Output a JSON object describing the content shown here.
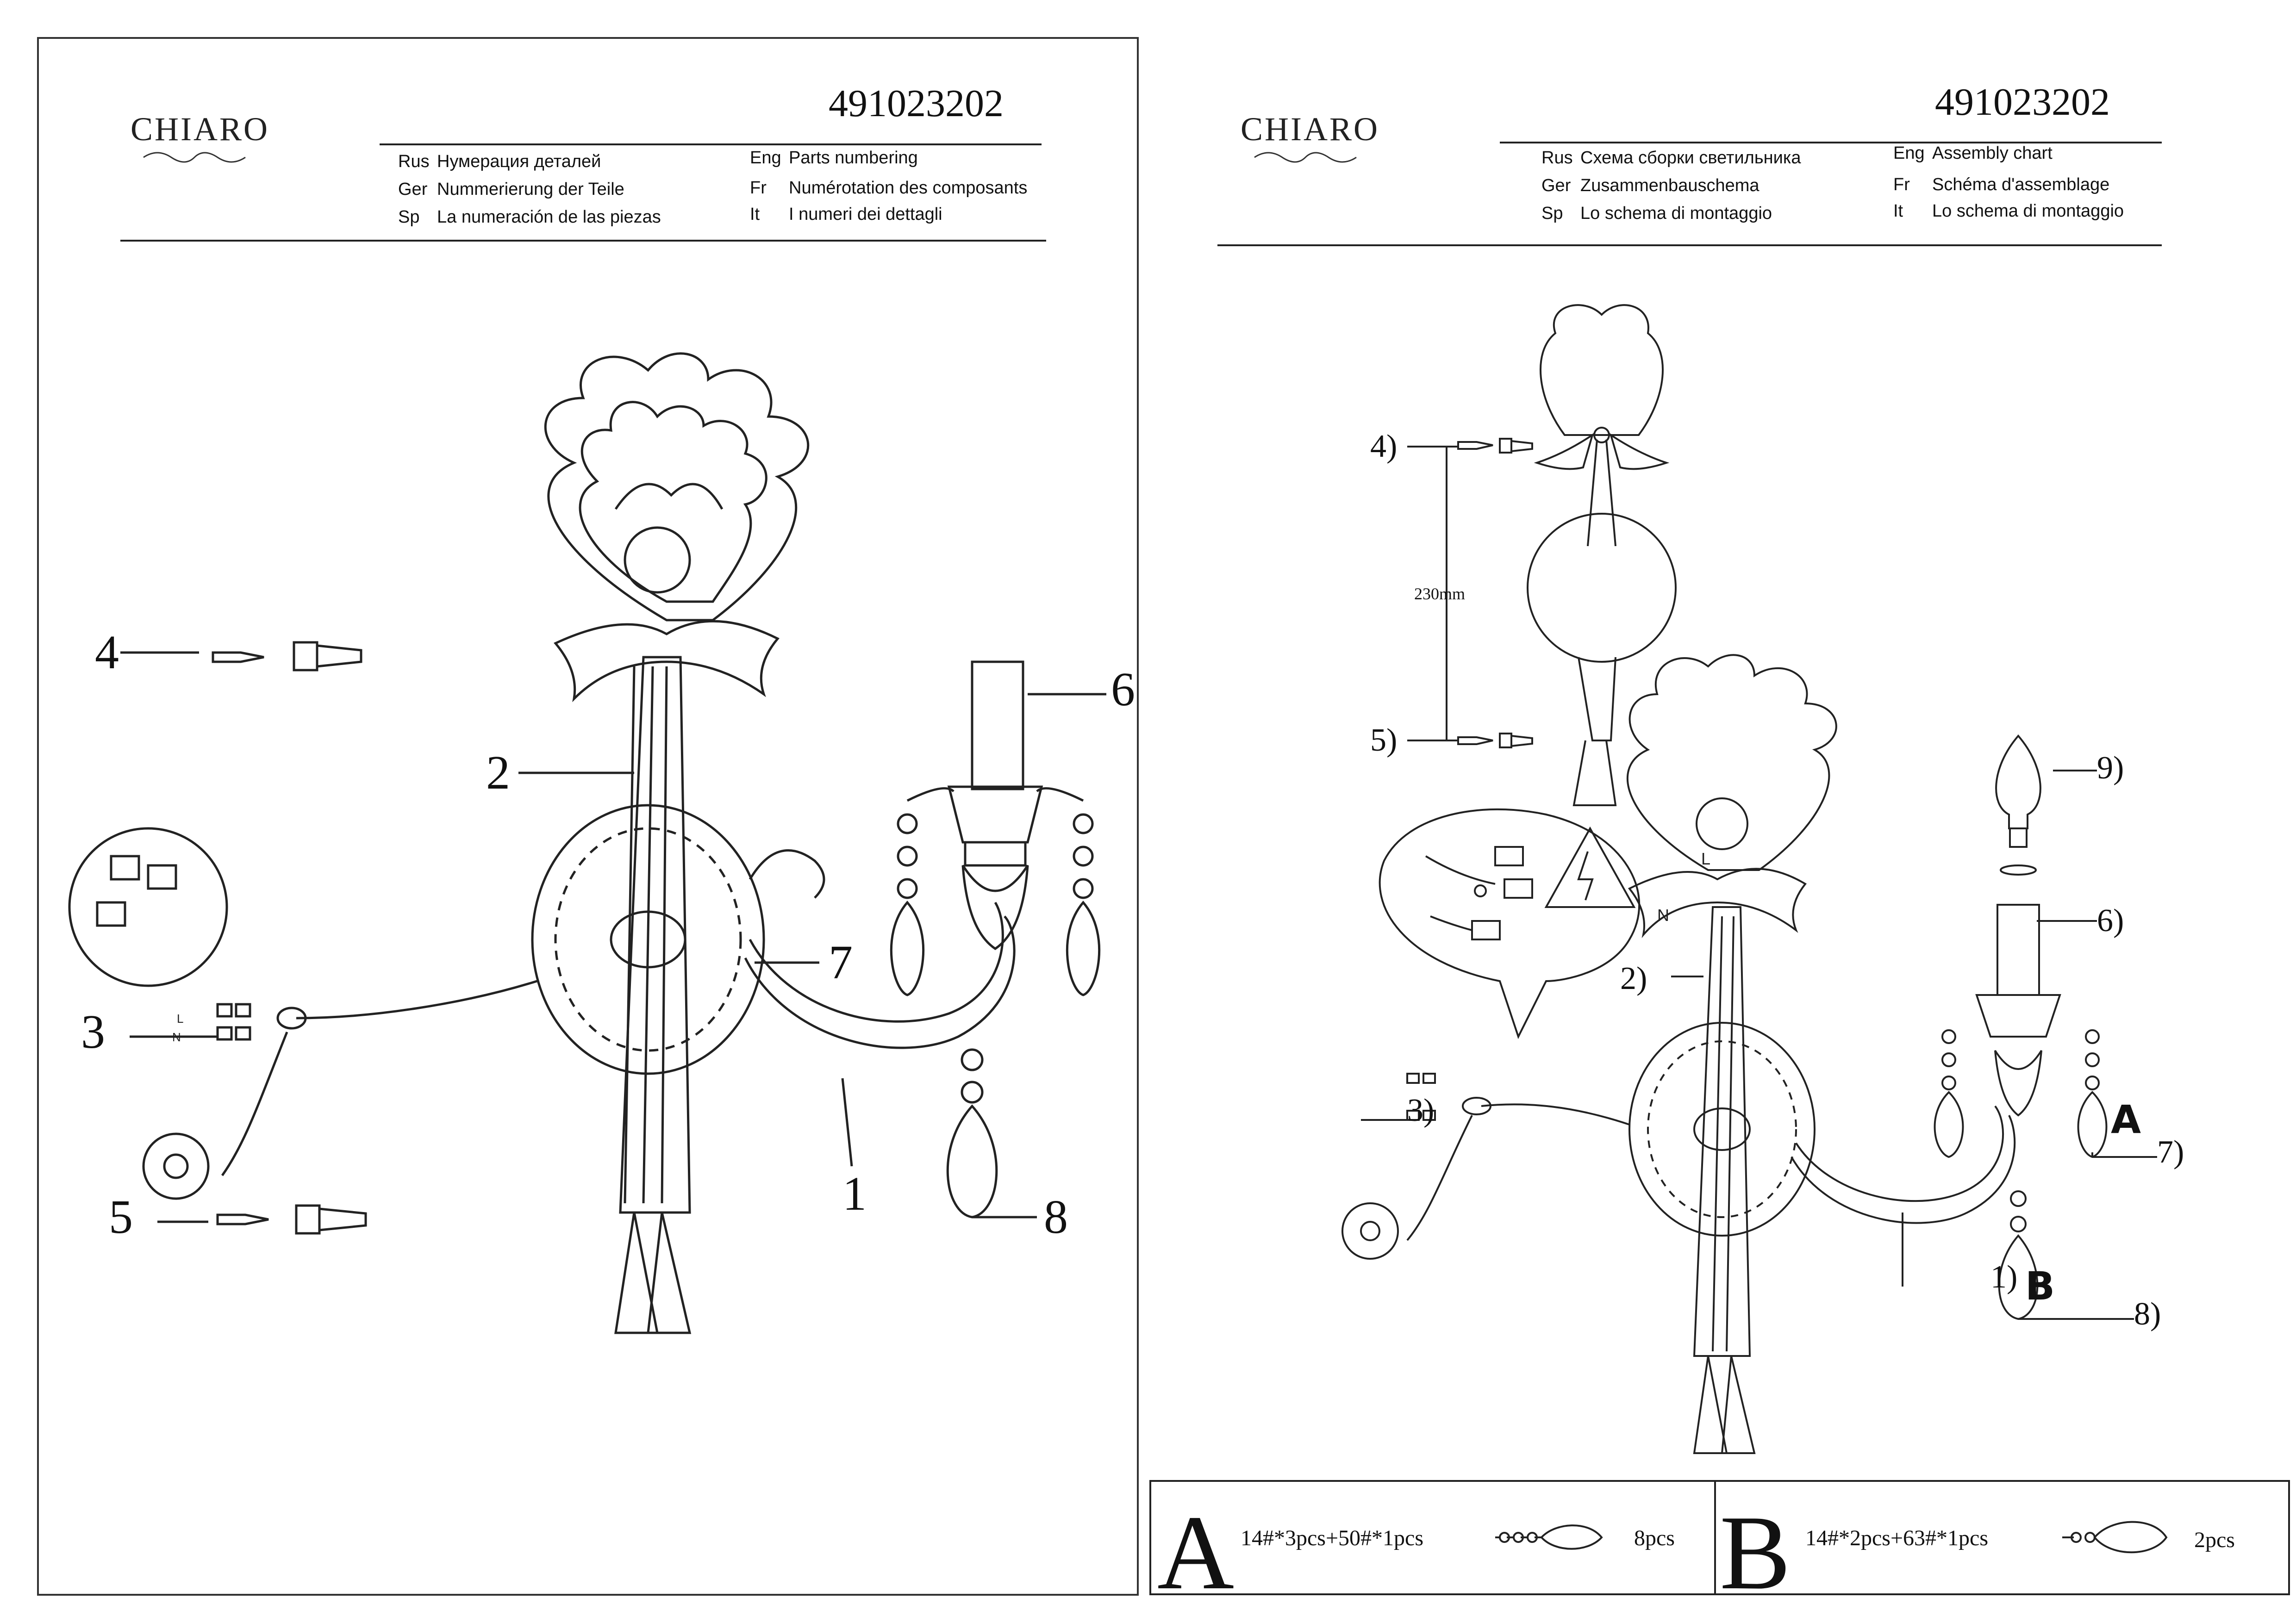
{
  "left": {
    "brand": "CHIARO",
    "code": "491023202",
    "header": [
      {
        "lang": "Rus",
        "text": "Нумерация деталей"
      },
      {
        "lang": "Ger",
        "text": "Nummerierung der Teile"
      },
      {
        "lang": "Sp",
        "text": "La numeración de las piezas"
      },
      {
        "lang": "Eng",
        "text": "Parts numbering"
      },
      {
        "lang": "Fr",
        "text": "Numérotation des composants"
      },
      {
        "lang": "It",
        "text": "I numeri dei dettagli"
      }
    ],
    "labels": {
      "p1": "1",
      "p2": "2",
      "p3": "3",
      "p4": "4",
      "p5": "5",
      "p6": "6",
      "p7": "7",
      "p8": "8"
    },
    "wire": {
      "l": "L",
      "n": "N"
    }
  },
  "right": {
    "brand": "CHIARO",
    "code": "491023202",
    "header": [
      {
        "lang": "Rus",
        "text": "Схема сборки светильника"
      },
      {
        "lang": "Ger",
        "text": "Zusammenbauschema"
      },
      {
        "lang": "Sp",
        "text": "Lo schema di montaggio"
      },
      {
        "lang": "Eng",
        "text": "Assembly chart"
      },
      {
        "lang": "Fr",
        "text": "Schéma d'assemblage"
      },
      {
        "lang": "It",
        "text": "Lo schema di montaggio"
      }
    ],
    "labels": {
      "p1": "1)",
      "p2": "2)",
      "p3": "3)",
      "p4": "4)",
      "p5": "5)",
      "p6": "6)",
      "p7": "7)",
      "p8": "8)",
      "p9": "9)"
    },
    "dimension": "230mm",
    "markA": "A",
    "markB": "B",
    "wire": {
      "l": "L",
      "n": "N"
    },
    "table": {
      "a": {
        "letter": "A",
        "spec": "14#*3pcs+50#*1pcs",
        "qty": "8pcs"
      },
      "b": {
        "letter": "B",
        "spec": "14#*2pcs+63#*1pcs",
        "qty": "2pcs"
      }
    }
  }
}
